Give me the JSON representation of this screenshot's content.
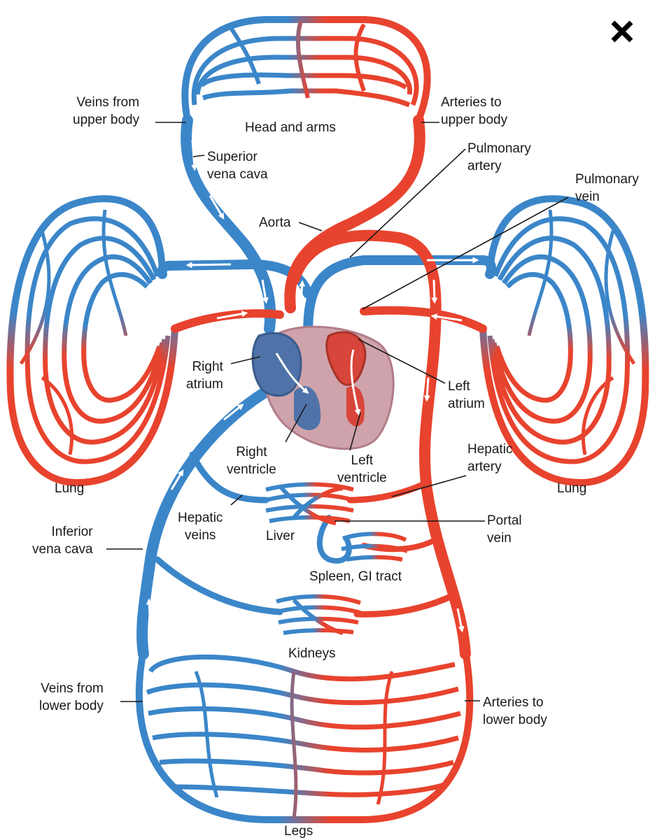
{
  "close_label": "×",
  "colors": {
    "vein": "#3b86c9",
    "artery": "#e8432e",
    "heart": "#c9949f",
    "label": "#1a1a1a"
  },
  "labels": {
    "veins_upper": [
      "Veins from",
      "upper body"
    ],
    "head_arms": "Head and arms",
    "arteries_upper": [
      "Arteries to",
      "upper body"
    ],
    "superior_vc": [
      "Superior",
      "vena cava"
    ],
    "pulmonary_artery": [
      "Pulmonary",
      "artery"
    ],
    "pulmonary_vein": [
      "Pulmonary",
      "vein"
    ],
    "aorta": "Aorta",
    "right_atrium": [
      "Right",
      "atrium"
    ],
    "left_atrium": [
      "Left",
      "atrium"
    ],
    "right_ventricle": [
      "Right",
      "ventricle"
    ],
    "left_ventricle": [
      "Left",
      "ventricle"
    ],
    "lung_left": "Lung",
    "lung_right": "Lung",
    "hepatic_artery": [
      "Hepatic",
      "artery"
    ],
    "hepatic_veins": [
      "Hepatic",
      "veins"
    ],
    "liver": "Liver",
    "portal_vein": [
      "Portal",
      "vein"
    ],
    "inferior_vc": [
      "Inferior",
      "vena cava"
    ],
    "spleen": "Spleen, GI tract",
    "kidneys": "Kidneys",
    "veins_lower": [
      "Veins from",
      "lower body"
    ],
    "arteries_lower": [
      "Arteries to",
      "lower body"
    ],
    "legs": "Legs"
  }
}
